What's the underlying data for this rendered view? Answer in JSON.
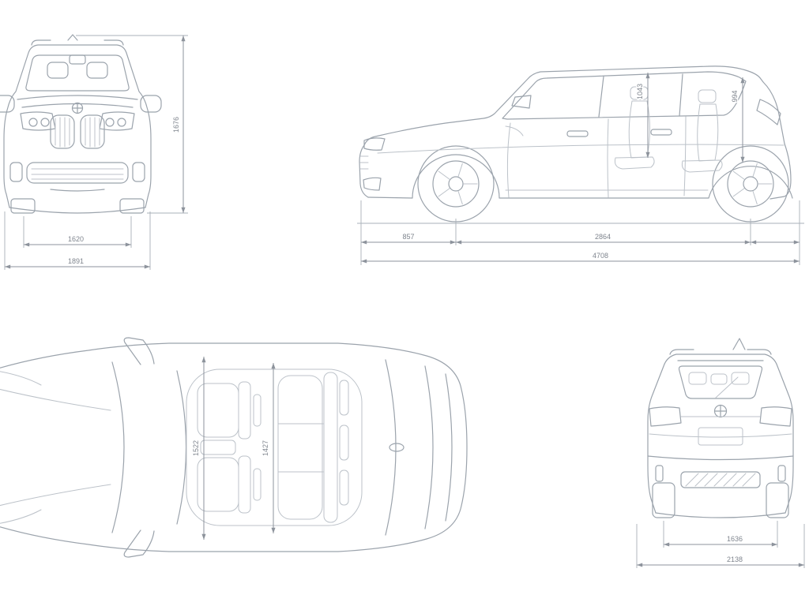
{
  "diagram": {
    "type": "vehicle-dimension-blueprint",
    "views": [
      "front",
      "side",
      "top",
      "rear"
    ]
  },
  "colors": {
    "background": "#ffffff",
    "car_line": "#9ba3ac",
    "dimension_line": "#8d939c",
    "label_text": "#7f858e"
  },
  "views": {
    "front": {
      "dims": {
        "height": "1676",
        "track": "1620",
        "width": "1891"
      }
    },
    "side": {
      "dims": {
        "front_overhang": "857",
        "wheelbase": "2864",
        "length": "4708",
        "headroom_front": "1043",
        "headroom_rear": "994"
      }
    },
    "top": {
      "dims": {
        "interior_width_front": "1522",
        "interior_width_rear": "1427"
      }
    },
    "rear": {
      "dims": {
        "track": "1636",
        "width_overall": "2138"
      }
    }
  }
}
